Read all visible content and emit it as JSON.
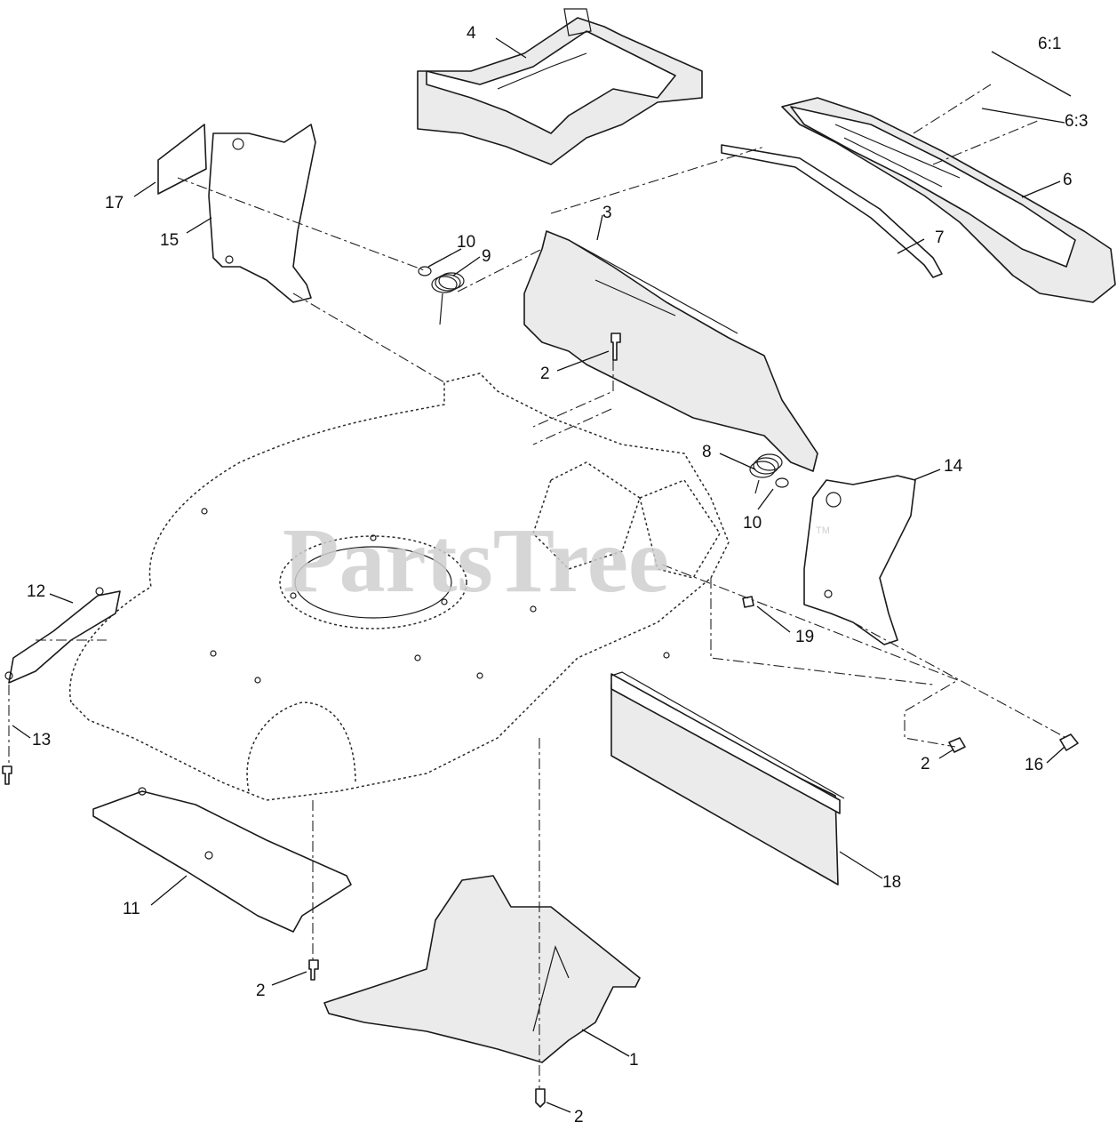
{
  "watermark": {
    "text": "PartsTree",
    "trademark": "TM"
  },
  "callouts": {
    "c1": "1",
    "c2a": "2",
    "c2b": "2",
    "c2c": "2",
    "c2d": "2",
    "c3": "3",
    "c4": "4",
    "c6": "6",
    "c6_1": "6:1",
    "c6_3": "6:3",
    "c7": "7",
    "c8": "8",
    "c9": "9",
    "c10a": "10",
    "c10b": "10",
    "c11": "11",
    "c12": "12",
    "c13": "13",
    "c14": "14",
    "c15": "15",
    "c16": "16",
    "c17": "17",
    "c18": "18",
    "c19": "19"
  }
}
